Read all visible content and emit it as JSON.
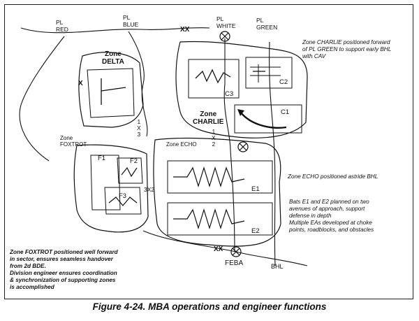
{
  "caption": "Figure 4-24.  MBA operations and engineer functions",
  "phase_lines": {
    "red": "PL\nRED",
    "blue": "PL\nBLUE",
    "white": "PL\nWHITE",
    "green": "PL\nGREEN"
  },
  "zones": {
    "delta": "Zone\nDELTA",
    "charlie": "Zone\nCHARLIE",
    "foxtrot": "Zone\nFOXTROT",
    "echo": "Zone ECHO"
  },
  "units": {
    "c1": "C1",
    "c2": "C2",
    "c3": "C3",
    "e1": "E1",
    "e2": "E2",
    "f1": "F1",
    "f2": "F2",
    "f3": "F3"
  },
  "boundary_labels": {
    "xx_top": "XX",
    "xx_bottom": "XX",
    "x_left": "X",
    "x_13": "1\nX\n3",
    "x_12": "1\nX\n2",
    "x_32": "3X2"
  },
  "lines": {
    "feba": "FEBA",
    "bhl": "BHL"
  },
  "notes": {
    "charlie": "Zone CHARLIE positioned forward\nof PL GREEN to support early BHL\nwith CAV",
    "echo": "Zone ECHO positioned astride BHL",
    "battalions": "Bats E1 and E2 planned on two\navenues of approach, support\ndefense in depth\nMultiple EAs developed at choke\npoints, roadblocks, and obstacles",
    "foxtrot": "Zone FOXTROT positioned well forward\nin sector, ensures seamless handover\nfrom 2d BDE.\nDivision engineer ensures coordination\n& synchronization of supporting zones\nis accomplished"
  }
}
